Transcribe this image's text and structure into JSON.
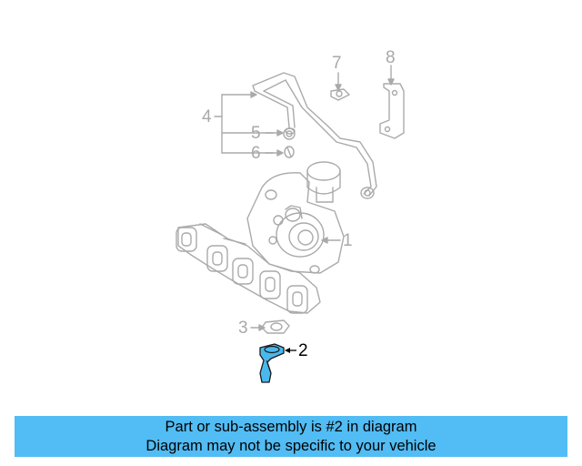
{
  "colors": {
    "background": "#ffffff",
    "line_art": "#aaaaaa",
    "highlight_part": "#4ab8ec",
    "highlight_outline": "#1a1a1a",
    "banner": "#52bcf4",
    "callout_inactive": "#a9a9a9",
    "callout_active": "#000000"
  },
  "callouts": {
    "c1": "1",
    "c2": "2",
    "c3": "3",
    "c4": "4",
    "c5": "5",
    "c6": "6",
    "c7": "7",
    "c8": "8"
  },
  "highlighted_part": "2",
  "banner": {
    "line1": "Part or sub-assembly is #2 in diagram",
    "line2": "Diagram may not be specific to your vehicle"
  }
}
